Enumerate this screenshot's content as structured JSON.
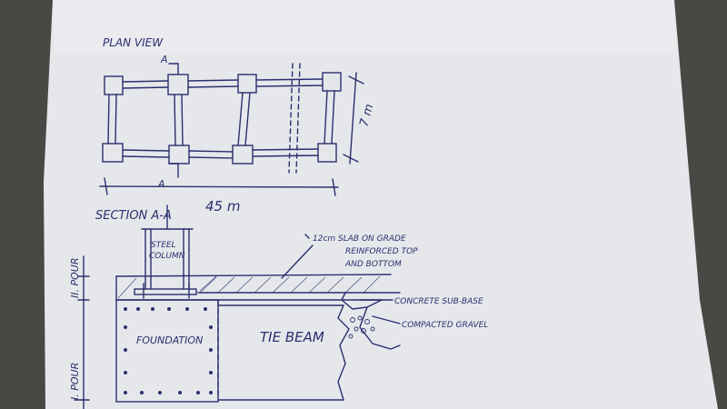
{
  "plan": {
    "title": "PLAN VIEW",
    "section_mark_top": "A",
    "section_mark_bottom": "A",
    "dim_length": "45 m",
    "dim_width": "7 m"
  },
  "section": {
    "title": "SECTION A-A",
    "steel_column": [
      "STEEL",
      "COLUMN"
    ],
    "slab_note": [
      "12cm SLAB ON GRADE",
      "REINFORCED TOP",
      "AND BOTTOM"
    ],
    "concrete_sub_base": "CONCRETE SUB-BASE",
    "compacted_gravel": "COMPACTED GRAVEL",
    "foundation": "FOUNDATION",
    "tie_beam": "TIE BEAM",
    "pour_2": "II. POUR",
    "pour_1": "I. POUR"
  },
  "colors": {
    "paper": "#e9eaee",
    "ink": "#2a2f6e",
    "background": "#4a4845"
  }
}
